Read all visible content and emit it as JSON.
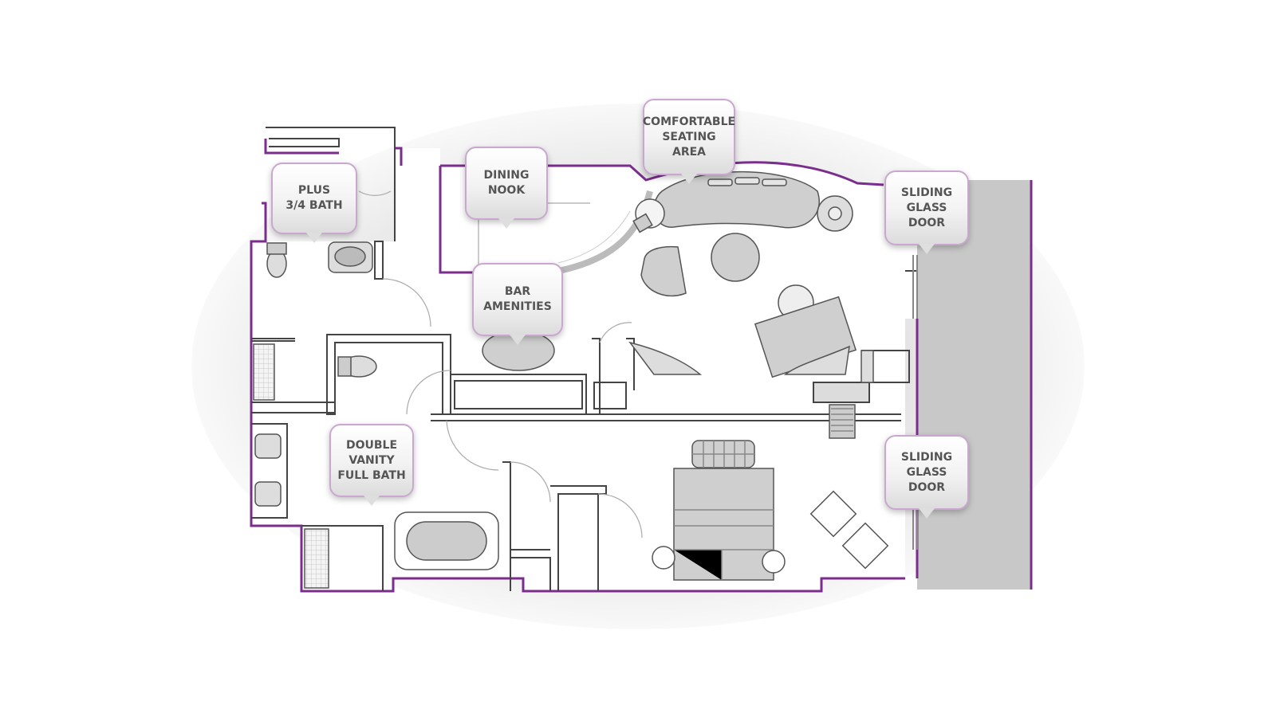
{
  "labels": {
    "plus_bath": "PLUS\n3/4 BATH",
    "dining_nook": "DINING\nNOOK",
    "seating_area": "COMFORTABLE\nSEATING\nAREA",
    "sliding_door_top": "SLIDING\nGLASS\nDOOR",
    "bar_amenities": "BAR\nAMENITIES",
    "double_vanity": "DOUBLE\nVANITY\nFULL BATH",
    "sliding_door_bottom": "SLIDING\nGLASS\nDOOR"
  },
  "colors": {
    "accent_wall": "#7b2d8e",
    "callout_border": "#c9a7cf",
    "furniture_fill": "#cfcfcf",
    "balcony_fill": "#c8c8c8",
    "line": "#444444"
  }
}
